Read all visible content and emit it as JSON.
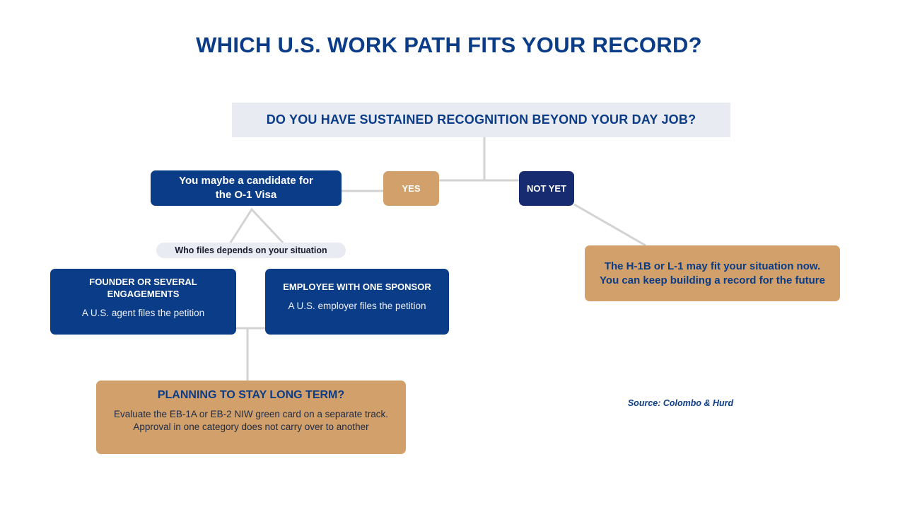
{
  "title": "WHICH U.S. WORK PATH FITS YOUR RECORD?",
  "question": "DO YOU HAVE SUSTAINED RECOGNITION BEYOND YOUR DAY JOB?",
  "yes_label": "YES",
  "not_yet_label": "NOT YET",
  "o1_line1": "You maybe a candidate for",
  "o1_line2": "the O-1 Visa",
  "h1b_text": "The H-1B or L-1 may fit your situation now. You can keep building a record for the future",
  "who_files": "Who files depends on your situation",
  "founder_head_line1": "FOUNDER OR SEVERAL",
  "founder_head_line2": "ENGAGEMENTS",
  "founder_sub": "A U.S. agent files the petition",
  "employee_head": "EMPLOYEE WITH ONE SPONSOR",
  "employee_sub": "A U.S. employer files the petition",
  "longterm_head": "PLANNING TO STAY LONG TERM?",
  "longterm_body": "Evaluate the EB-1A or EB-2 NIW green card on a separate track. Approval in one category does not carry over to another",
  "source": "Source: Colombo & Hurd",
  "colors": {
    "navy": "#0b3c87",
    "dark_navy": "#172b70",
    "tan": "#d1a06b",
    "light_gray": "#e9ebf2",
    "connector": "#d3d3d3"
  }
}
